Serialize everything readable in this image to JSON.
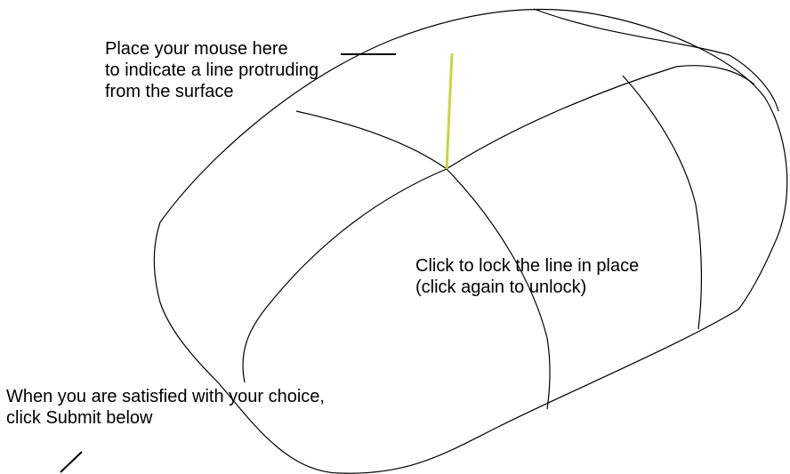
{
  "instructions": {
    "mouse_line1": "Place your mouse here",
    "mouse_line2": "to indicate a line protruding",
    "mouse_line3": "from the surface",
    "lock_line1": "Click to lock the line in place",
    "lock_line2": "(click again to unlock)",
    "submit_line1": "When you are satisfied with your choice,",
    "submit_line2": "click Submit below"
  },
  "colors": {
    "outline": "#000000",
    "gauge_line": "#c8d640",
    "background": "#ffffff"
  },
  "icons": {
    "gauge": "protruding-line-gauge",
    "pointer": "pointer-stroke"
  }
}
